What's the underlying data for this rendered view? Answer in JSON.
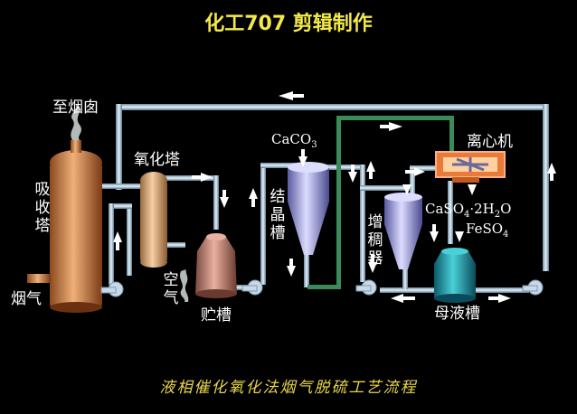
{
  "title": "化工707 剪辑制作",
  "caption": "液相催化氧化法烟气脱硫工艺流程",
  "labels": {
    "chimney": "至烟囱",
    "absorber": "吸收塔",
    "flue_gas": "烟气",
    "oxidizer": "氧化塔",
    "air": "空气",
    "storage": "贮槽",
    "crystallizer": "结晶槽",
    "caco3_main": "CaCO",
    "caco3_sub": "3",
    "thickener": "增稠器",
    "centrifuge": "离心机",
    "gypsum_main": "CaSO",
    "gypsum_sub": "4",
    "gypsum_tail": "·2H",
    "gypsum_h_sub": "2",
    "gypsum_o": "O",
    "feso4_main": "FeSO",
    "feso4_sub": "4",
    "mother_liquor": "母液槽"
  },
  "colors": {
    "pipe": "#b8d0e0",
    "green_pipe": "#3a8a5a",
    "absorber": "#d8935a",
    "oxidizer": "#e8b78a",
    "storage": "#c98a7a",
    "crystallizer": "#a8a8e8",
    "mother_tank": "#2aa8a8",
    "centrifuge": "#e87a3a",
    "title": "#f4e94b",
    "caption": "#e8d64a"
  }
}
